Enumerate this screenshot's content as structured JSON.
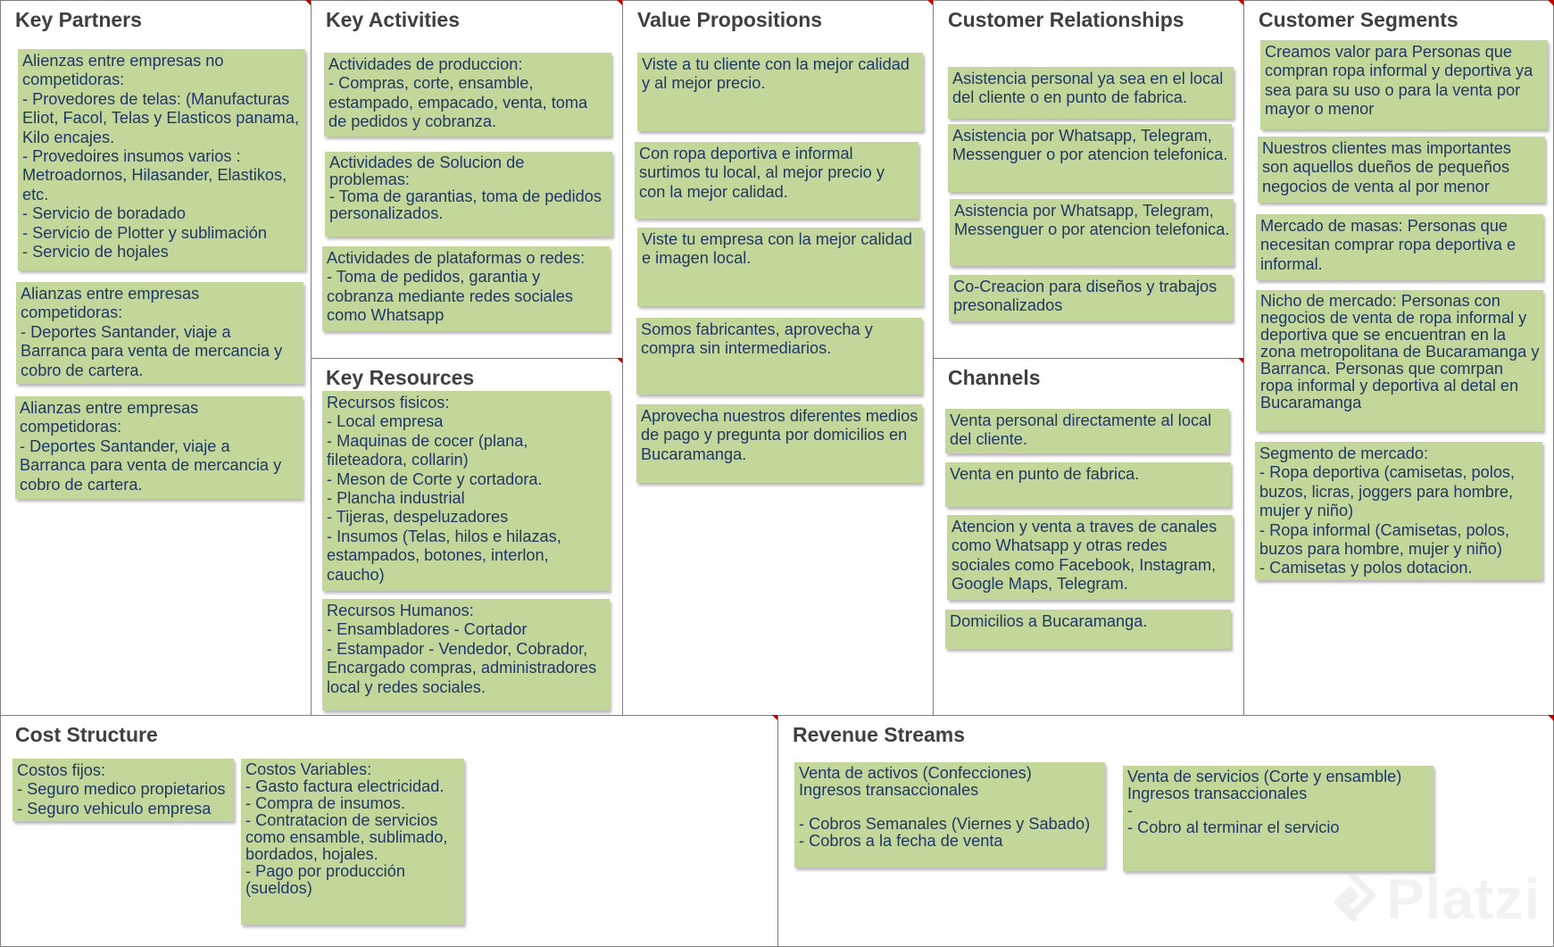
{
  "canvas": {
    "key_partners": {
      "title": "Key Partners",
      "notes": [
        "Alienzas entre empresas no competidoras:\n- Provedores de telas: (Manufacturas Eliot, Facol, Telas y Elasticos panama, Kilo encajes.\n- Provedoires insumos varios : Metroadornos, Hilasander, Elastikos, etc.\n- Servicio de boradado\n- Servicio de Plotter y sublimación\n- Servicio de hojales",
        "Alianzas entre empresas competidoras:\n- Deportes Santander, viaje a Barranca para venta de mercancia y cobro de cartera.",
        "Alianzas entre empresas competidoras:\n- Deportes Santander, viaje a Barranca para venta de mercancia y cobro de cartera."
      ]
    },
    "key_activities": {
      "title": "Key Activities",
      "notes": [
        "Actividades de produccion:\n- Compras, corte, ensamble, estampado, empacado, venta, toma de pedidos y cobranza.",
        "Actividades de Solucion de problemas:\n- Toma de garantias, toma de pedidos personalizados.",
        "Actividades de plataformas o redes:\n- Toma de pedidos, garantia y cobranza mediante redes sociales como Whatsapp"
      ]
    },
    "key_resources": {
      "title": "Key Resources",
      "notes": [
        "Recursos fisicos:\n- Local empresa\n- Maquinas de cocer (plana, fileteadora, collarin)\n- Meson de Corte y cortadora.\n- Plancha industrial\n- Tijeras, despeluzadores\n- Insumos (Telas, hilos e hilazas, estampados, botones, interlon, caucho)",
        "Recursos Humanos:\n- Ensambladores - Cortador\n- Estampador - Vendedor, Cobrador, Encargado compras, administradores local y redes sociales."
      ]
    },
    "value_propositions": {
      "title": "Value Propositions",
      "notes": [
        "Viste a tu cliente con la mejor calidad y al mejor precio.",
        "Con ropa deportiva e informal surtimos tu local, al mejor precio y con la mejor calidad.",
        "Viste tu empresa con la mejor calidad e imagen local.",
        "Somos fabricantes, aprovecha y compra sin intermediarios.",
        "Aprovecha nuestros diferentes medios de pago y pregunta por domicilios en Bucaramanga."
      ]
    },
    "customer_relationships": {
      "title": "Customer Relationships",
      "notes": [
        "Asistencia personal ya sea en el local del cliente o en punto de fabrica.",
        "Asistencia por Whatsapp, Telegram, Messenguer o por atencion telefonica.",
        "Asistencia por Whatsapp, Telegram, Messenguer o por atencion telefonica.",
        "Co-Creacion para diseños y trabajos presonalizados"
      ]
    },
    "channels": {
      "title": "Channels",
      "notes": [
        "Venta personal directamente al local del cliente.",
        "Venta en punto de fabrica.",
        "Atencion y venta a traves de canales como Whatsapp y otras redes sociales como Facebook, Instagram, Google Maps, Telegram.",
        "Domicilios a Bucaramanga."
      ]
    },
    "customer_segments": {
      "title": "Customer Segments",
      "notes": [
        "Creamos valor para Personas que compran ropa informal y deportiva ya sea para su uso o para la venta por mayor o menor",
        "Nuestros clientes mas importantes son aquellos dueños de pequeños negocios de venta al por menor",
        "Mercado de masas: Personas que necesitan comprar ropa deportiva e informal.",
        "Nicho de mercado: Personas con negocios de venta de ropa informal y deportiva que se encuentran en la zona metropolitana de Bucaramanga y Barranca. Personas que comrpan ropa informal y deportiva al detal en Bucaramanga",
        "Segmento de mercado:\n- Ropa deportiva (camisetas, polos, buzos, licras, joggers para hombre, mujer y niño)\n- Ropa informal (Camisetas, polos, buzos para hombre, mujer y niño)\n- Camisetas y polos dotacion."
      ]
    },
    "cost_structure": {
      "title": "Cost Structure",
      "notes": [
        "Costos fijos:\n- Seguro medico propietarios\n- Seguro vehiculo empresa",
        "Costos Variables:\n- Gasto factura electricidad.\n- Compra de insumos.\n- Contratacion de servicios como ensamble, sublimado, bordados, hojales.\n- Pago por producción (sueldos)"
      ]
    },
    "revenue_streams": {
      "title": "Revenue Streams",
      "notes": [
        "Venta de activos (Confecciones)\nIngresos transaccionales\n\n- Cobros Semanales (Viernes y Sabado)\n- Cobros a la fecha de venta",
        "Venta de servicios (Corte y ensamble)\nIngresos transaccionales\n-\n- Cobro al terminar el servicio"
      ]
    }
  },
  "watermark": {
    "text": "Platzi",
    "icon": "platzi-logo-icon"
  },
  "colors": {
    "note": "#c4d79b",
    "note_text": "#1f3864",
    "title": "#404040",
    "border": "#7f7f7f",
    "corner": "#c00000"
  }
}
